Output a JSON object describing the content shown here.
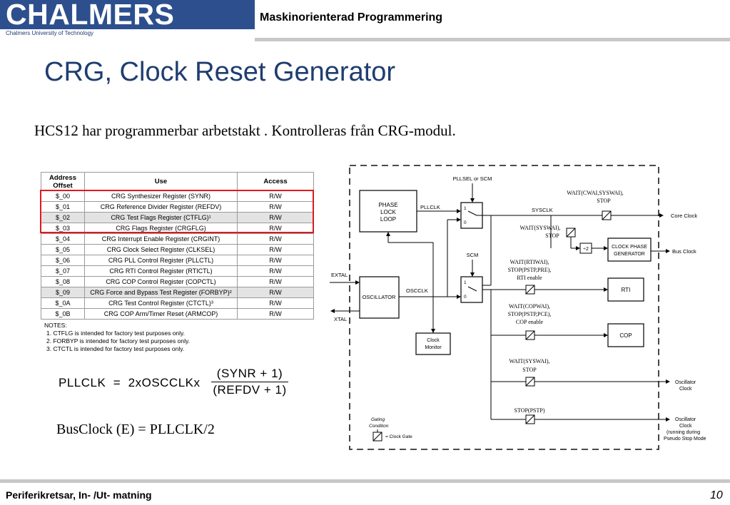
{
  "header": {
    "logo_text": "CHALMERS",
    "logo_subtitle": "Chalmers University of Technology",
    "course": "Maskinorienterad Programmering",
    "brand_color": "#2d4f8e"
  },
  "slide": {
    "title": "CRG, Clock Reset Generator",
    "intro": "HCS12 har programmerbar arbetstakt . Kontrolleras från CRG-modul."
  },
  "table": {
    "headers": [
      "Address Offset",
      "Use",
      "Access"
    ],
    "rows": [
      {
        "offset": "$_00",
        "use": "CRG Synthesizer Register (SYNR)",
        "access": "R/W"
      },
      {
        "offset": "$_01",
        "use": "CRG Reference Divider Register (REFDV)",
        "access": "R/W"
      },
      {
        "offset": "$_02",
        "use": "CRG Test Flags Register (CTFLG)¹",
        "access": "R/W"
      },
      {
        "offset": "$_03",
        "use": "CRG Flags Register (CRGFLG)",
        "access": "R/W"
      },
      {
        "offset": "$_04",
        "use": "CRG Interrupt Enable Register (CRGINT)",
        "access": "R/W"
      },
      {
        "offset": "$_05",
        "use": "CRG Clock Select Register (CLKSEL)",
        "access": "R/W"
      },
      {
        "offset": "$_06",
        "use": "CRG PLL Control Register (PLLCTL)",
        "access": "R/W"
      },
      {
        "offset": "$_07",
        "use": "CRG RTI Control Register (RTICTL)",
        "access": "R/W"
      },
      {
        "offset": "$_08",
        "use": "CRG COP Control Register (COPCTL)",
        "access": "R/W"
      },
      {
        "offset": "$_09",
        "use": "CRG Force and Bypass Test Register (FORBYP)²",
        "access": "R/W"
      },
      {
        "offset": "$_0A",
        "use": "CRG Test Control Register (CTCTL)³",
        "access": "R/W"
      },
      {
        "offset": "$_0B",
        "use": "CRG COP Arm/Timer Reset (ARMCOP)",
        "access": "R/W"
      }
    ],
    "highlight_color": "#e0191c",
    "notes": [
      "NOTES:",
      "1. CTFLG is intended for factory test purposes only.",
      "2. FORBYP is intended for factory test purposes only.",
      "3. CTCTL is intended for factory test purposes only."
    ]
  },
  "formula": {
    "lhs": "PLLCLK  =  2xOSCCLKx",
    "numerator": "(SYNR + 1)",
    "denominator": "(REFDV + 1)"
  },
  "busclock": "BusClock (E) = PLLCLK/2",
  "diagram": {
    "pll_block": [
      "PHASE",
      "LOCK",
      "LOOP"
    ],
    "oscillator": "OSCILLATOR",
    "clock_monitor": [
      "Clock",
      "Monitor"
    ],
    "clock_phase_gen": [
      "CLOCK PHASE",
      "GENERATOR"
    ],
    "rti": "RTI",
    "cop": "COP",
    "div2": "÷2",
    "pllsel": "PLLSEL or SCM",
    "scm": "SCM",
    "pllclk": "PLLCLK",
    "sysclk": "SYSCLK",
    "oscclk": "OSCCLK",
    "extal": "EXTAL",
    "xtal": "XTAL",
    "mux_pins": [
      "1",
      "0",
      "1",
      "0"
    ],
    "gates": [
      [
        "WAIT(CWAI,SYSWAI),",
        "STOP"
      ],
      [
        "WAIT(SYSWAI),",
        "STOP"
      ],
      [
        "WAIT(RTIWAI),",
        "STOP(PSTP,PRE),",
        "RTI enable"
      ],
      [
        "WAIT(COPWAI),",
        "STOP(PSTP,PCE),",
        "COP enable"
      ],
      [
        "WAIT(SYSWAI),",
        "STOP"
      ],
      [
        "STOP(PSTP)"
      ]
    ],
    "outputs": {
      "core": "Core Clock",
      "bus": "Bus Clock",
      "osc1": [
        "Oscillator",
        "Clock"
      ],
      "osc2": [
        "Oscillator",
        "Clock",
        "(running during",
        "Pseudo Stop Mode"
      ]
    },
    "legend": [
      "Gating",
      "Condition",
      "= Clock Gate"
    ]
  },
  "footer": {
    "left": "Periferikretsar, In- /Ut- matning",
    "page": "10"
  }
}
